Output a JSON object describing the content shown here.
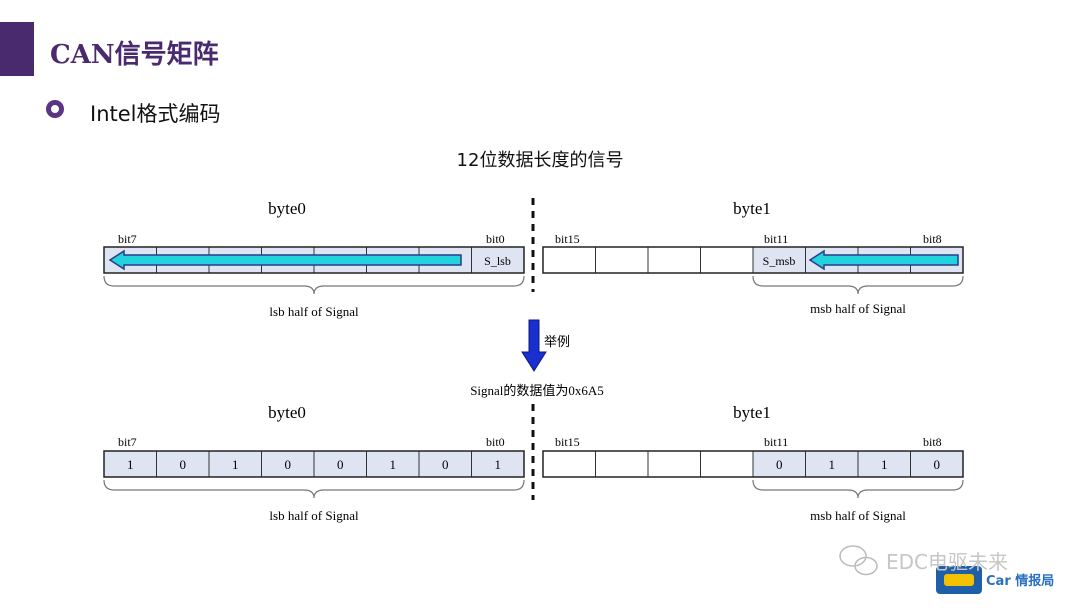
{
  "slide": {
    "title": "CAN信号矩阵",
    "subtitle": "Intel格式编码",
    "diagram_title": "12位数据长度的信号"
  },
  "top": {
    "byte0_title": "byte0",
    "byte1_title": "byte1",
    "bit7": "bit7",
    "bit0": "bit0",
    "bit15": "bit15",
    "bit11": "bit11",
    "bit8": "bit8",
    "s_lsb": "S_lsb",
    "s_msb": "S_msb",
    "lsb_half": "lsb half of Signal",
    "msb_half": "msb half of Signal"
  },
  "example": {
    "label": "举例",
    "value_text": "Signal的数据值为0x6A5"
  },
  "bottom": {
    "byte0_title": "byte0",
    "byte1_title": "byte1",
    "bit7": "bit7",
    "bit0": "bit0",
    "bit15": "bit15",
    "bit11": "bit11",
    "bit8": "bit8",
    "byte0_bits": [
      "1",
      "0",
      "1",
      "0",
      "0",
      "1",
      "0",
      "1"
    ],
    "byte1_bits": [
      "",
      "",
      "",
      "",
      "0",
      "1",
      "1",
      "0"
    ],
    "lsb_half": "lsb half of Signal",
    "msb_half": "msb half of Signal"
  },
  "watermark": {
    "text": "EDC电驱未来",
    "brand": "Car 情报局"
  },
  "colors": {
    "accent": "#4a2a6e",
    "signal_fill": "#dfe4f2",
    "arrow_fill": "#22d3dd",
    "down_arrow": "#1a2fd0"
  }
}
